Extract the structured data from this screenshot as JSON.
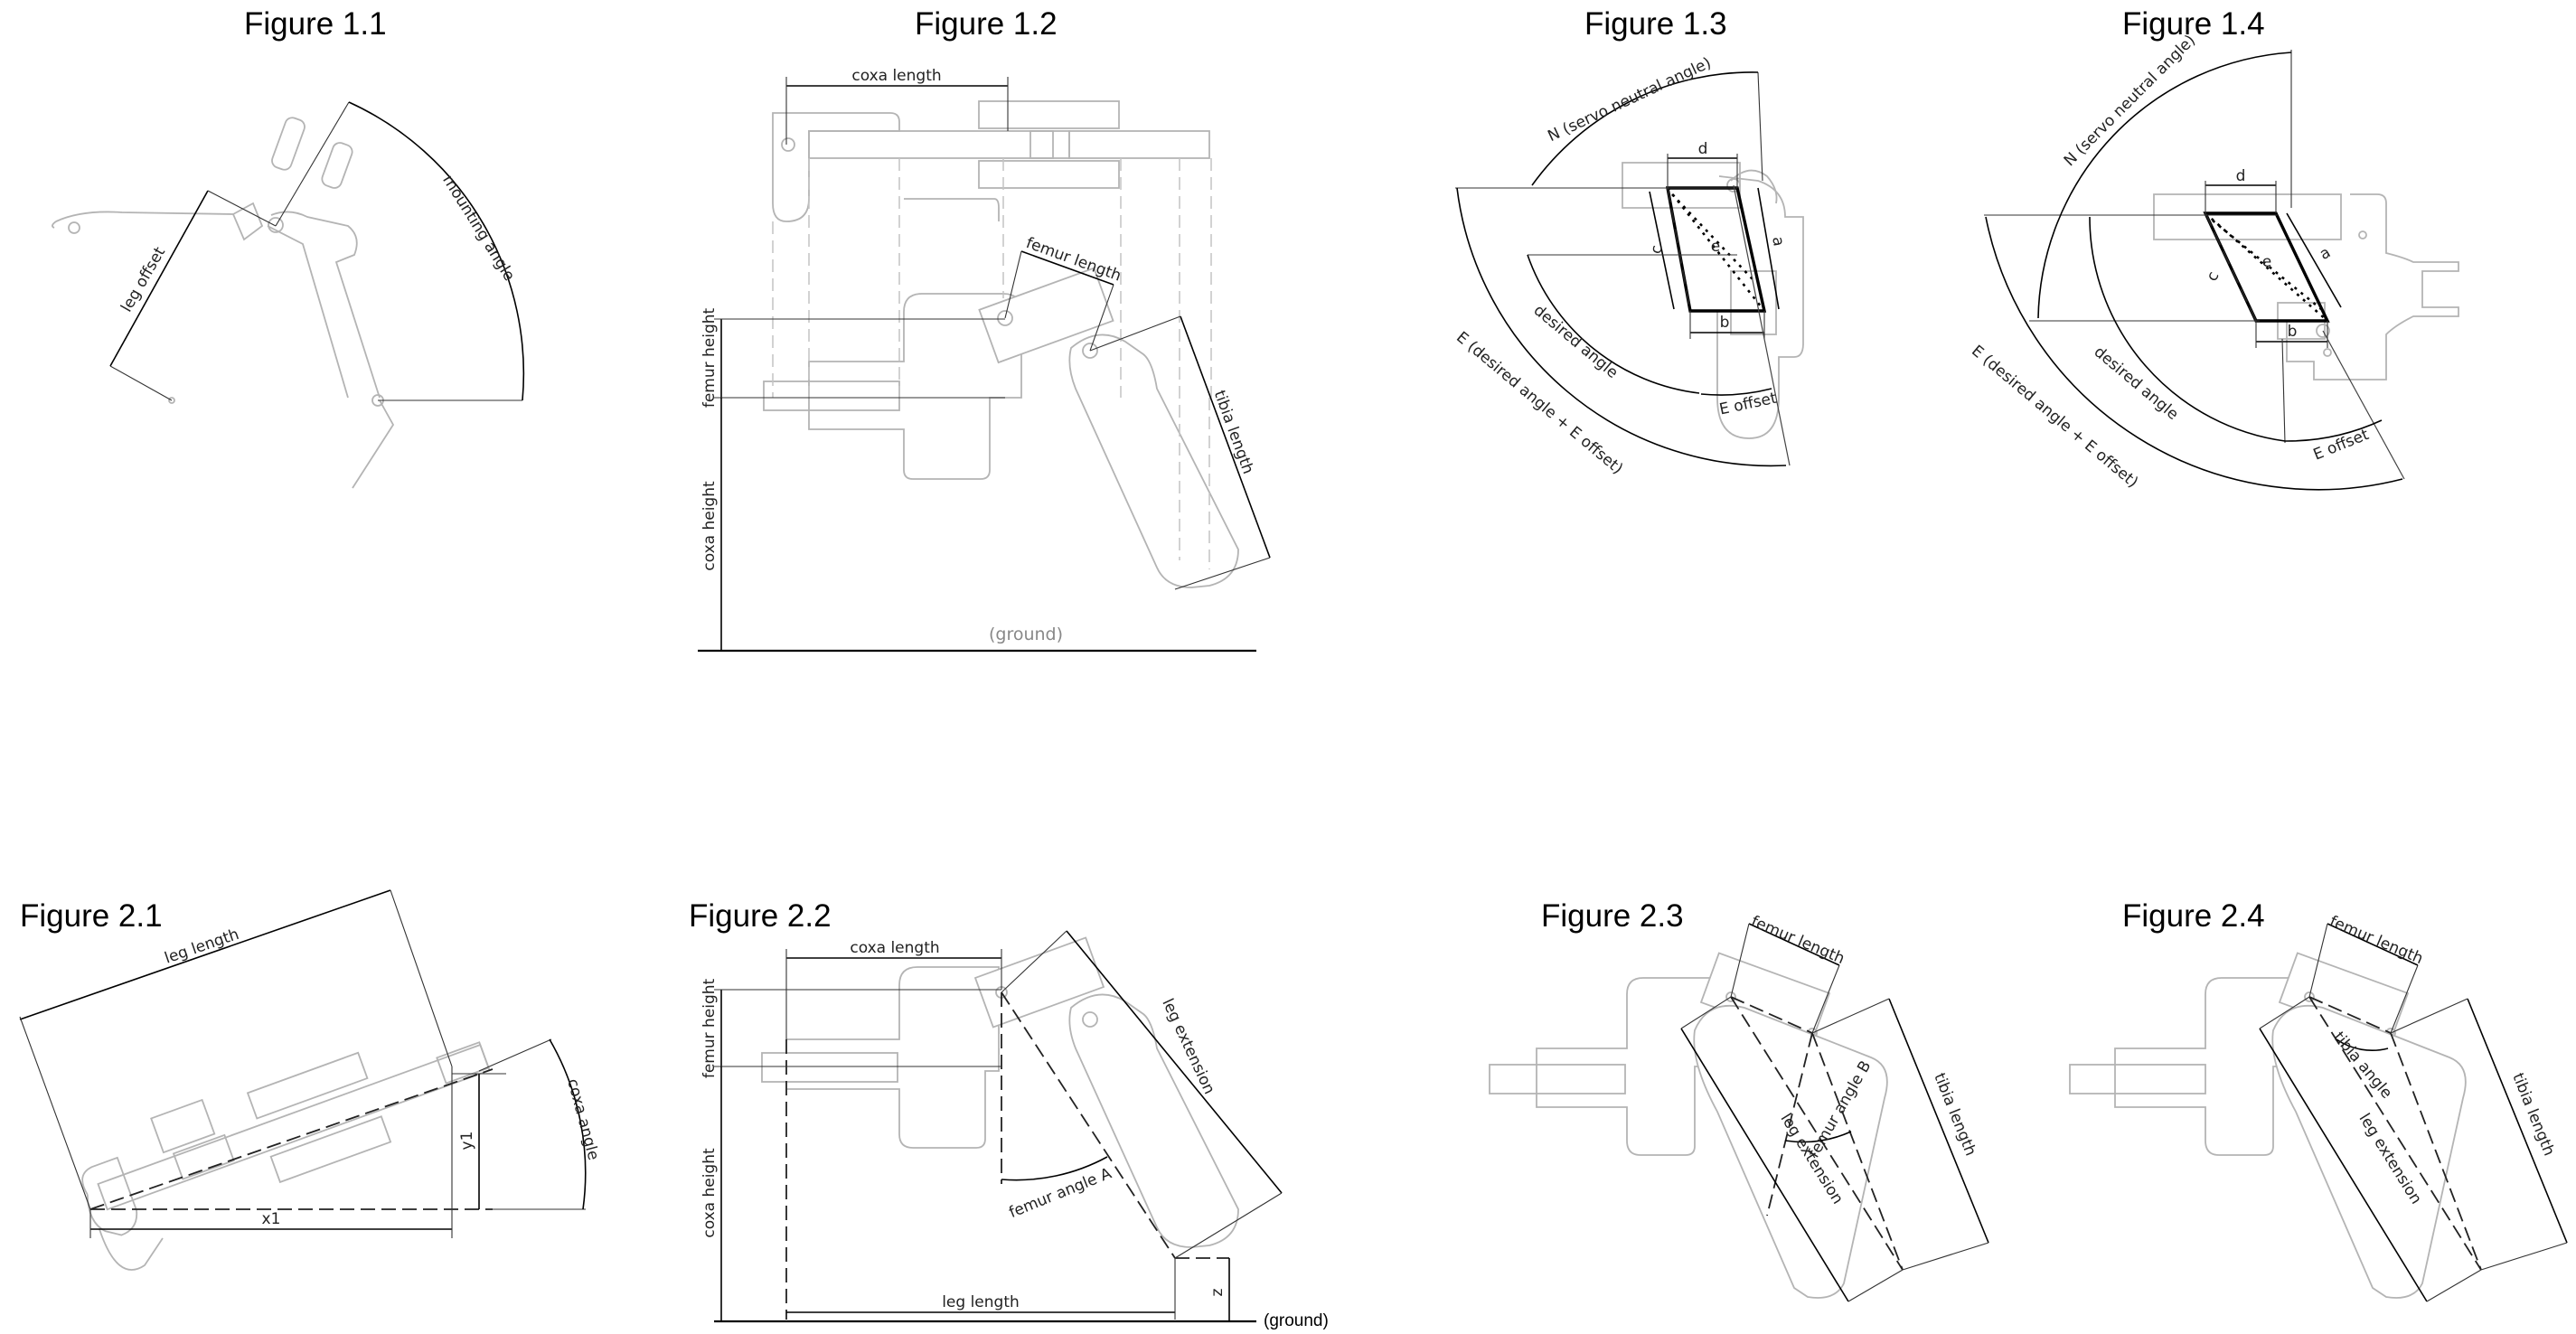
{
  "figures": {
    "f11": {
      "title": "Figure 1.1",
      "leg_offset": "leg offset",
      "mounting_angle": "mounting angle"
    },
    "f12": {
      "title": "Figure 1.2",
      "coxa_length": "coxa length",
      "femur_length": "femur length",
      "femur_height": "femur height",
      "coxa_height": "coxa height",
      "tibia_length": "tibia length",
      "ground": "(ground)"
    },
    "f13": {
      "title": "Figure 1.3",
      "n_label": "N (servo neutral angle)",
      "e_label": "E (desired angle + E offset)",
      "desired_angle": "desired angle",
      "e_offset": "E offset",
      "a": "a",
      "b": "b",
      "c": "c",
      "d": "d",
      "e": "e"
    },
    "f14": {
      "title": "Figure 1.4",
      "n_label": "N (servo neutral angle)",
      "e_label": "E (desired angle + E offset)",
      "desired_angle": "desired angle",
      "e_offset": "E offset",
      "a": "a",
      "b": "b",
      "c": "c",
      "d": "d",
      "e": "e"
    },
    "f21": {
      "title": "Figure 2.1",
      "leg_length": "leg length",
      "coxa_angle": "coxa angle",
      "x1": "x1",
      "y1": "y1"
    },
    "f22": {
      "title": "Figure 2.2",
      "coxa_length": "coxa length",
      "femur_height": "femur height",
      "coxa_height": "coxa height",
      "leg_extension": "leg extension",
      "femur_angle_a": "femur angle A",
      "leg_length": "leg length",
      "z": "z",
      "ground": "(ground)"
    },
    "f23": {
      "title": "Figure 2.3",
      "femur_length": "femur length",
      "tibia_length": "tibia length",
      "leg_extension": "leg extension",
      "femur_angle_b": "femur angle B"
    },
    "f24": {
      "title": "Figure 2.4",
      "femur_length": "femur length",
      "tibia_length": "tibia length",
      "leg_extension": "leg extension",
      "tibia_angle": "tibia angle"
    }
  }
}
